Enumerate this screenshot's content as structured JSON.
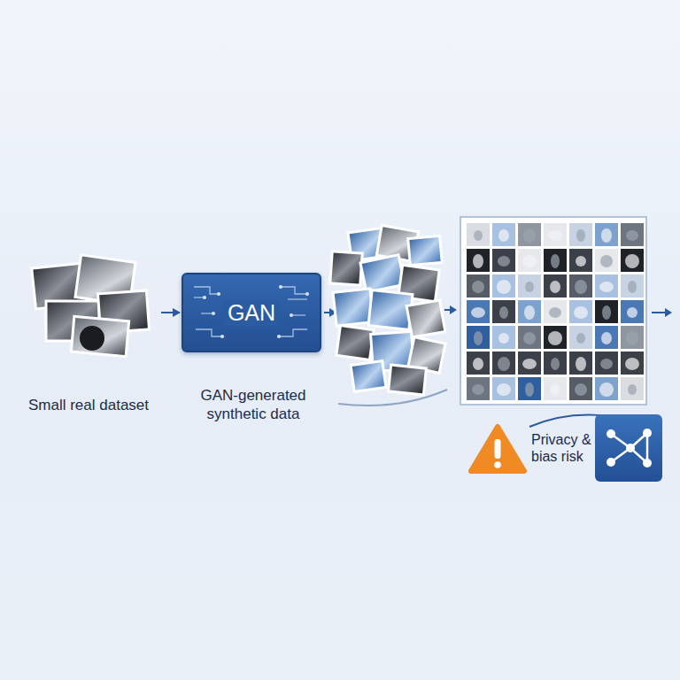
{
  "diagram": {
    "nodes": [
      {
        "text": [
          "Small real dataset"
        ]
      },
      {
        "text": [
          "GAN",
          "GAN-generated synthetic data"
        ]
      }
    ],
    "edges": [
      {
        "from": 0,
        "to": 1,
        "arrow": "to"
      }
    ],
    "labels": [
      "Privacy & bias risk"
    ]
  }
}
